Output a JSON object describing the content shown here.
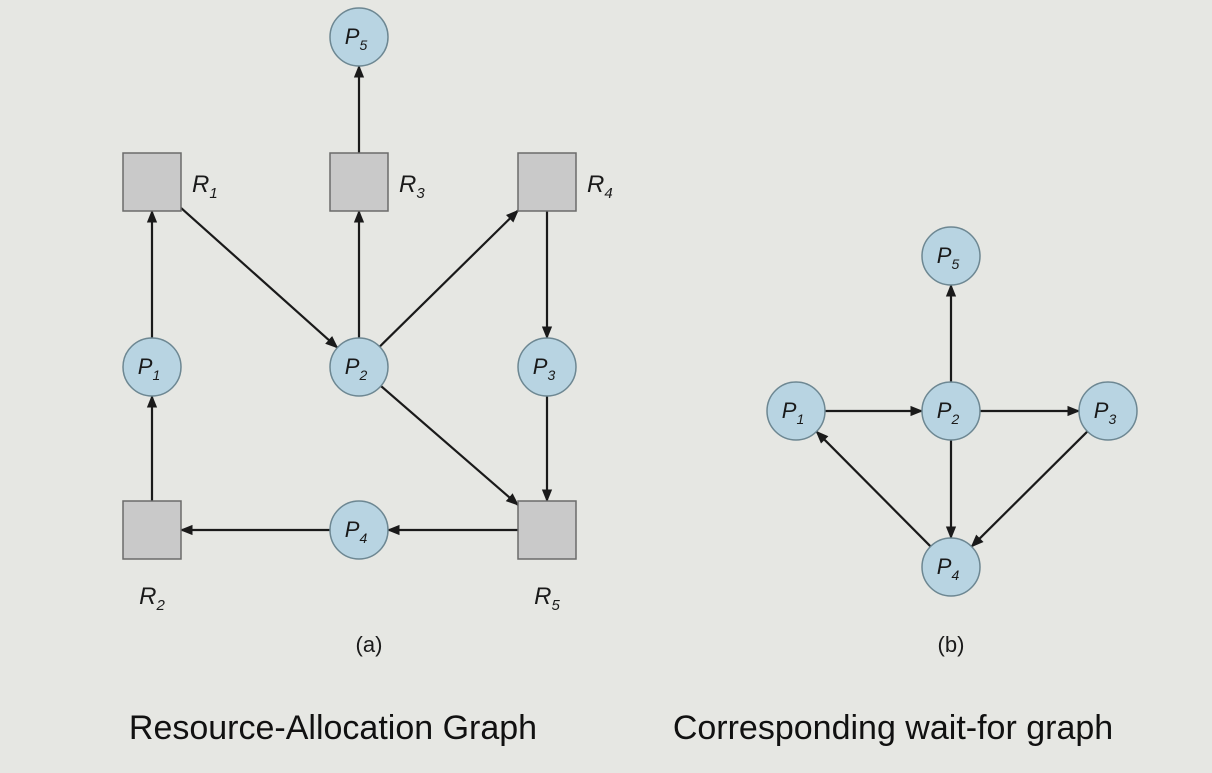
{
  "panel_a": {
    "label": "(a)",
    "caption": "Resource-Allocation Graph",
    "processes": [
      {
        "id": "P1",
        "letter": "P",
        "sub": "1"
      },
      {
        "id": "P2",
        "letter": "P",
        "sub": "2"
      },
      {
        "id": "P3",
        "letter": "P",
        "sub": "3"
      },
      {
        "id": "P4",
        "letter": "P",
        "sub": "4"
      },
      {
        "id": "P5",
        "letter": "P",
        "sub": "5"
      }
    ],
    "resources": [
      {
        "id": "R1",
        "letter": "R",
        "sub": "1"
      },
      {
        "id": "R2",
        "letter": "R",
        "sub": "2"
      },
      {
        "id": "R3",
        "letter": "R",
        "sub": "3"
      },
      {
        "id": "R4",
        "letter": "R",
        "sub": "4"
      },
      {
        "id": "R5",
        "letter": "R",
        "sub": "5"
      }
    ],
    "edges": [
      {
        "from": "R1",
        "to": "P2"
      },
      {
        "from": "P1",
        "to": "R1"
      },
      {
        "from": "R2",
        "to": "P1"
      },
      {
        "from": "R3",
        "to": "P5"
      },
      {
        "from": "P2",
        "to": "R3"
      },
      {
        "from": "P2",
        "to": "R4"
      },
      {
        "from": "P2",
        "to": "R5"
      },
      {
        "from": "R4",
        "to": "P3"
      },
      {
        "from": "P3",
        "to": "R5"
      },
      {
        "from": "R5",
        "to": "P4"
      },
      {
        "from": "P4",
        "to": "R2"
      }
    ]
  },
  "panel_b": {
    "label": "(b)",
    "caption": "Corresponding wait-for graph",
    "processes": [
      {
        "id": "P1",
        "letter": "P",
        "sub": "1"
      },
      {
        "id": "P2",
        "letter": "P",
        "sub": "2"
      },
      {
        "id": "P3",
        "letter": "P",
        "sub": "3"
      },
      {
        "id": "P4",
        "letter": "P",
        "sub": "4"
      },
      {
        "id": "P5",
        "letter": "P",
        "sub": "5"
      }
    ],
    "edges": [
      {
        "from": "P1",
        "to": "P2"
      },
      {
        "from": "P2",
        "to": "P3"
      },
      {
        "from": "P2",
        "to": "P5"
      },
      {
        "from": "P2",
        "to": "P4"
      },
      {
        "from": "P3",
        "to": "P4"
      },
      {
        "from": "P4",
        "to": "P1"
      }
    ]
  },
  "colors": {
    "background": "#e6e7e3",
    "process_fill": "#b8d4e2",
    "process_stroke": "#6d8792",
    "resource_fill": "#c9c9c9",
    "resource_stroke": "#6b6b6b",
    "edge": "#1a1a1a"
  }
}
